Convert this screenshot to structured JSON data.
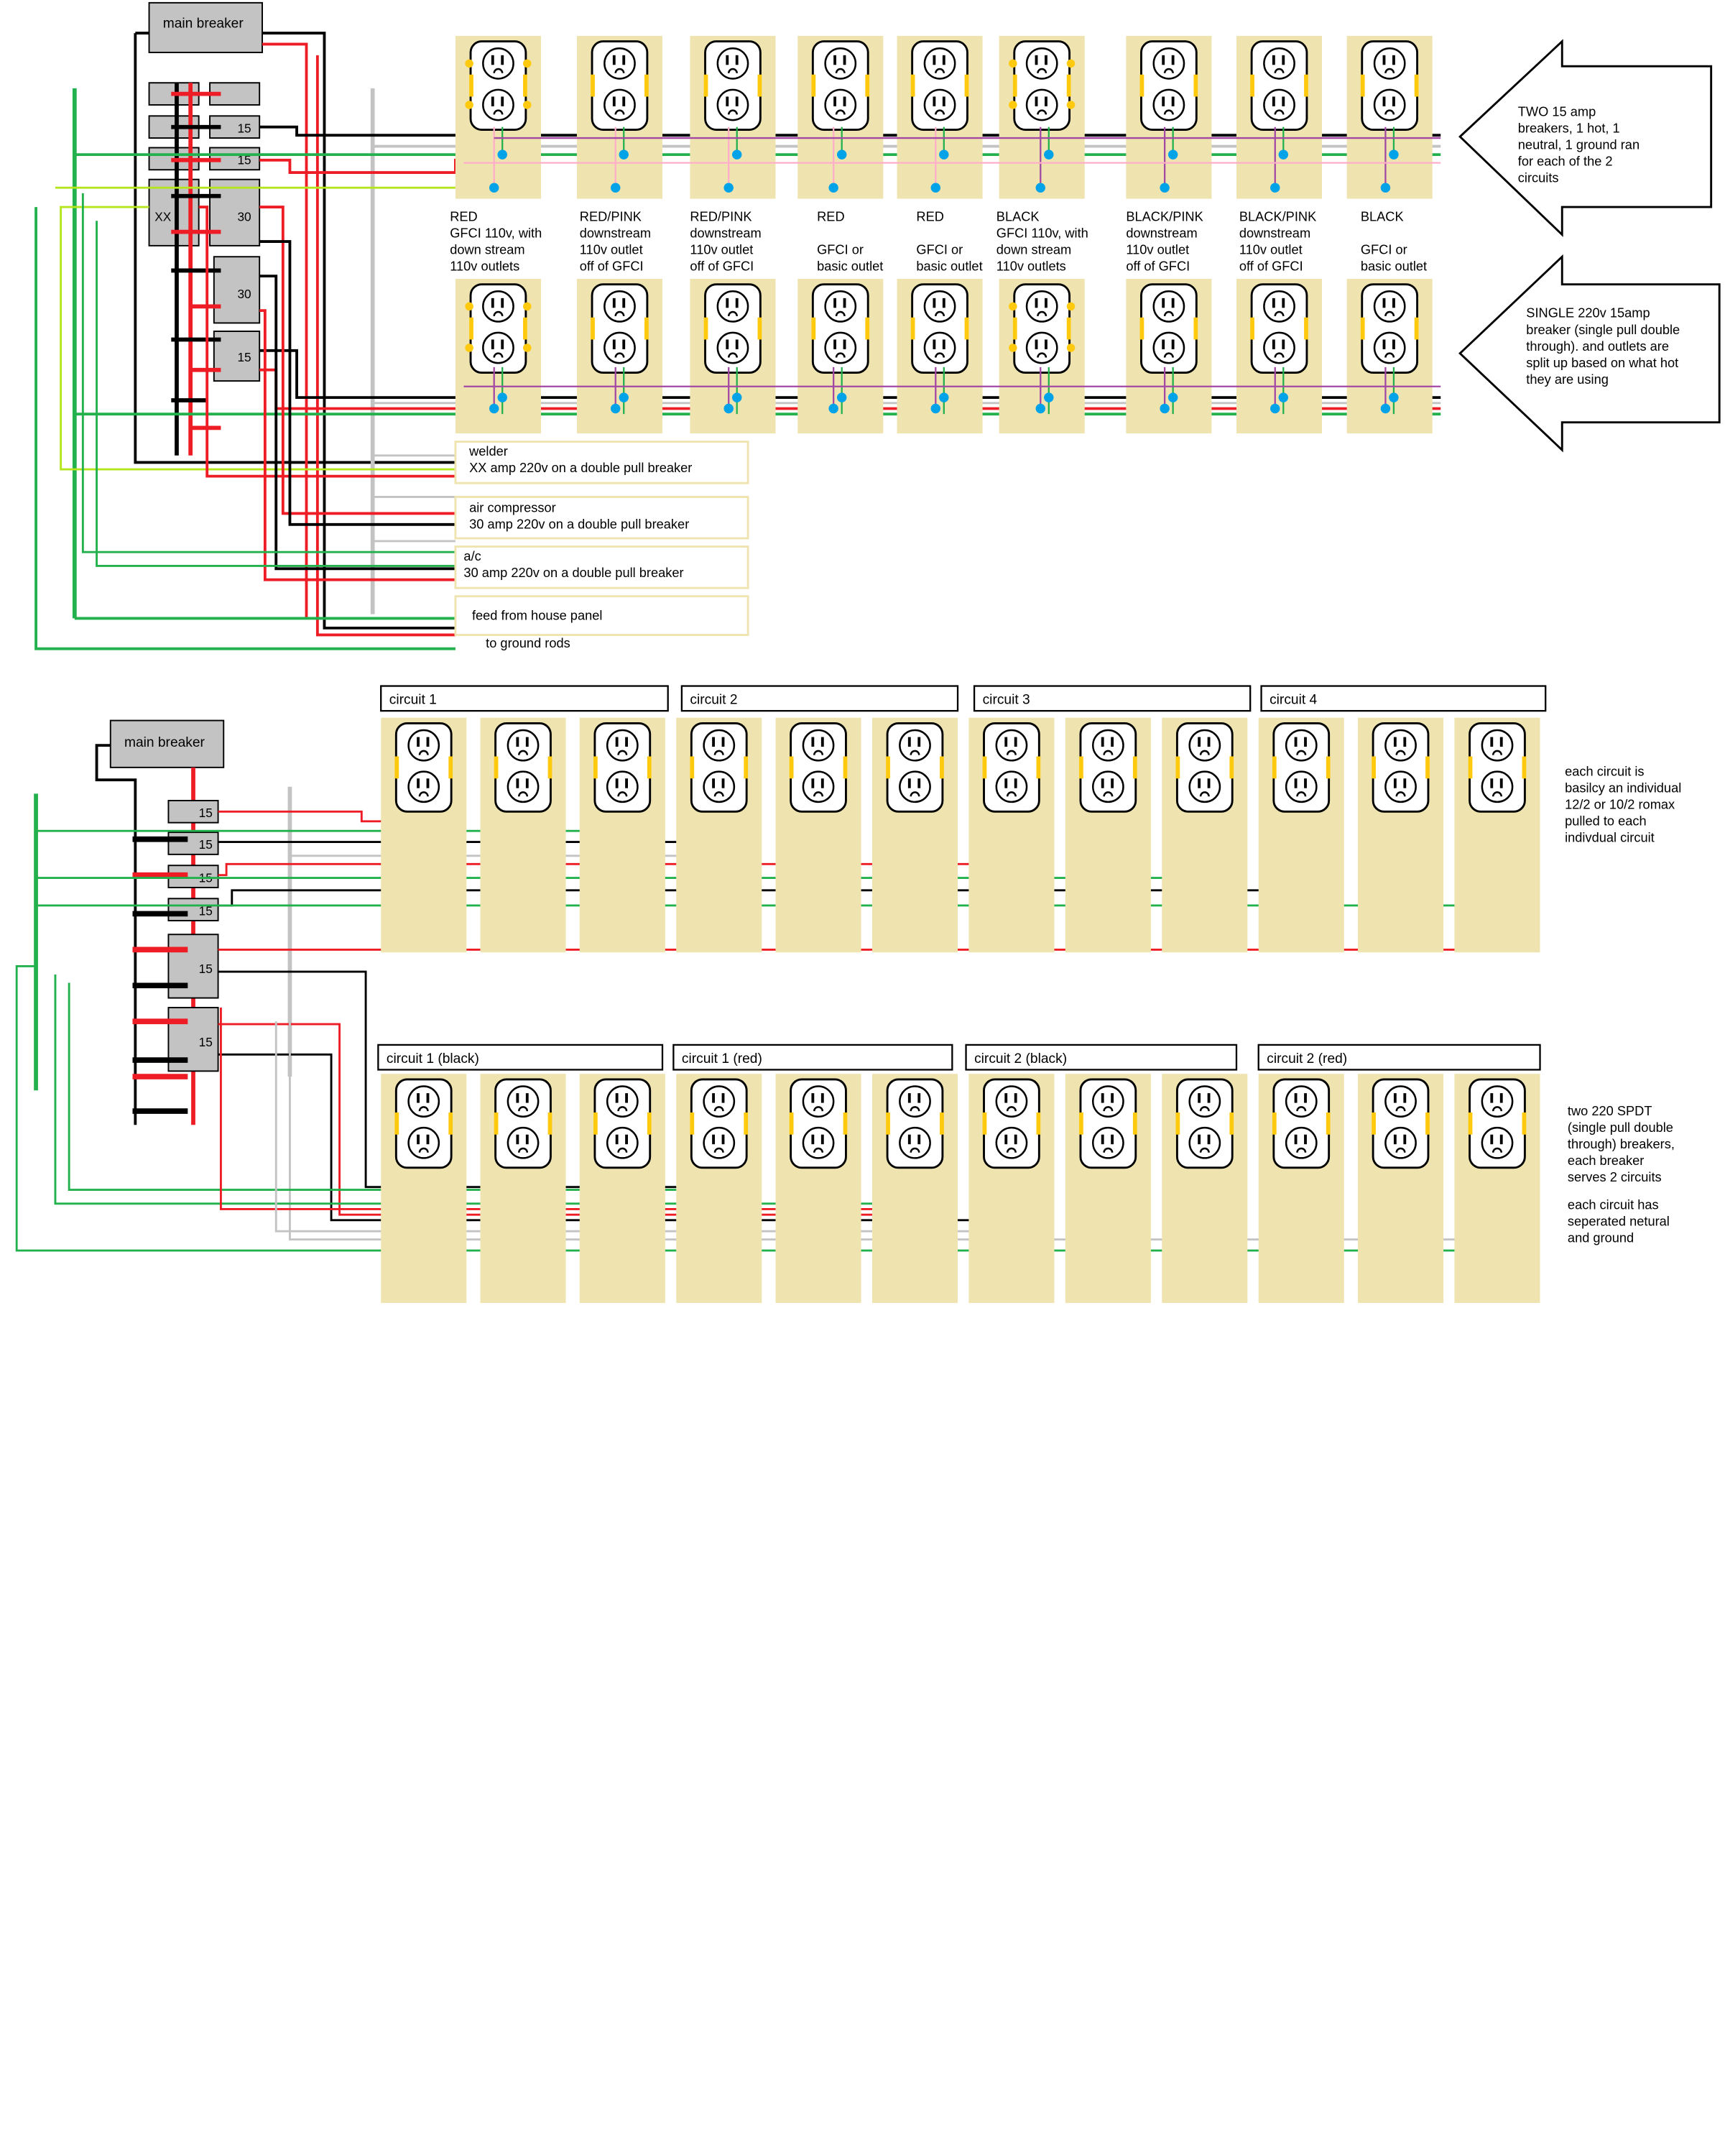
{
  "top_panel": {
    "main_breaker": "main breaker",
    "breakers": [
      {
        "label": "15"
      },
      {
        "label": "15"
      },
      {
        "label": "XX"
      },
      {
        "label": "30"
      },
      {
        "label": "30"
      },
      {
        "label": "15"
      }
    ],
    "row1_headers": [
      [
        "RED",
        "GFCI 110v, with",
        "down stream",
        "110v outlets"
      ],
      [
        "RED/PINK",
        "downstream",
        "110v outlet",
        "off of GFCI"
      ],
      [
        "RED/PINK",
        "downstream",
        "110v outlet",
        "off of GFCI"
      ],
      [
        "RED",
        "",
        "GFCI or",
        "basic outlet"
      ],
      [
        "RED",
        "",
        "GFCI or",
        "basic outlet"
      ],
      [
        "BLACK",
        "GFCI 110v, with",
        "down stream",
        "110v outlets"
      ],
      [
        "BLACK/PINK",
        "downstream",
        "110v outlet",
        "off of GFCI"
      ],
      [
        "BLACK/PINK",
        "downstream",
        "110v outlet",
        "off of GFCI"
      ],
      [
        "BLACK",
        "",
        "GFCI or",
        "basic outlet"
      ]
    ],
    "arrow1_text": [
      "TWO 15 amp",
      "breakers, 1 hot, 1",
      "neutral, 1 ground ran",
      "for each of the 2",
      "circuits"
    ],
    "arrow2_text": [
      "SINGLE 220v 15amp",
      "breaker (single pull double",
      "through). and outlets are",
      "split up based on what hot",
      "they are using"
    ],
    "loads": [
      {
        "line1": "welder",
        "line2": "XX amp 220v on a double pull breaker"
      },
      {
        "line1": "air compressor",
        "line2": "30 amp 220v on a double pull breaker"
      },
      {
        "line1": "a/c",
        "line2": "30 amp 220v on a double pull breaker"
      },
      {
        "line1": "",
        "line2": "feed from house panel"
      }
    ],
    "ground_label": "to ground rods"
  },
  "mid_panel": {
    "main_breaker": "main breaker",
    "breakers": [
      "15",
      "15",
      "15",
      "15",
      "15",
      "15"
    ],
    "circuits": [
      "circuit 1",
      "circuit 2",
      "circuit 3",
      "circuit 4"
    ],
    "note": [
      "each circuit is",
      "basilcy an individual",
      "12/2 or 10/2  romax",
      "pulled to each",
      "indivdual circuit"
    ]
  },
  "bottom_panel": {
    "circuits": [
      "circuit 1 (black)",
      "circuit 1 (red)",
      "circuit 2 (black)",
      "circuit 2 (red)"
    ],
    "note1": [
      "two 220 SPDT",
      "(single pull double",
      "through) breakers,",
      "each breaker",
      "serves 2 circuits"
    ],
    "note2": [
      "each circuit has",
      "seperated netural",
      "and ground"
    ]
  },
  "colors": {
    "hot_red": "#ee1c24",
    "hot_black": "#000000",
    "neutral": "#c3c3c3",
    "ground": "#22b14c",
    "pink": "#ffaec9",
    "purple": "#a349a4",
    "lime": "#b5e61d",
    "breaker_fill": "#c3c3c3",
    "outlet_bg": "#efe4b0",
    "terminal": "#ffc90e",
    "junction": "#00a2e8"
  }
}
